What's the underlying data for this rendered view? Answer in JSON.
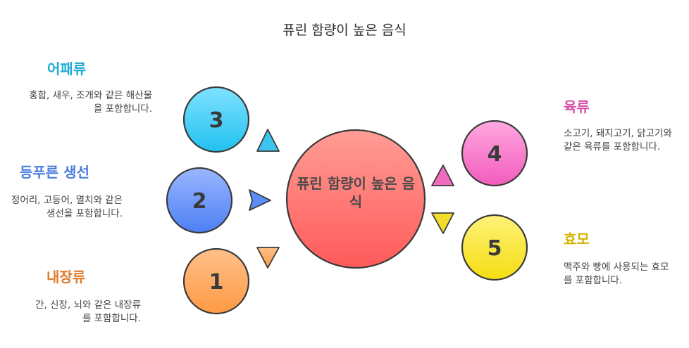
{
  "title": "퓨린 함량이 높은 음식",
  "center": {
    "label": "퓨린 함량이 높은 음식"
  },
  "items": [
    {
      "number": "1",
      "heading": "내장류",
      "description": "간, 신장, 뇌와 같은 내장류를 포함합니다.",
      "color": "#f7a35a"
    },
    {
      "number": "2",
      "heading": "등푸른 생선",
      "description": "정어리, 고등어, 멸치와 같은 생선을 포함합니다.",
      "color": "#5a8df7"
    },
    {
      "number": "3",
      "heading": "어패류",
      "description": "홍합, 새우, 조개와 같은 해산물을 포함합니다.",
      "color": "#3cc6ef"
    },
    {
      "number": "4",
      "heading": "육류",
      "description": "소고기, 돼지고기, 닭고기와 같은 육류를 포함합니다.",
      "color": "#ef6cbf"
    },
    {
      "number": "5",
      "heading": "효모",
      "description": "맥주와 빵에 사용되는 효모를 포함합니다.",
      "color": "#f2dd2a"
    }
  ],
  "heading_colors": {
    "item1": "#e07b2a",
    "item2": "#4a7ee0",
    "item3": "#1fa9d6",
    "item4": "#d94fa6",
    "item5": "#d4b400"
  }
}
